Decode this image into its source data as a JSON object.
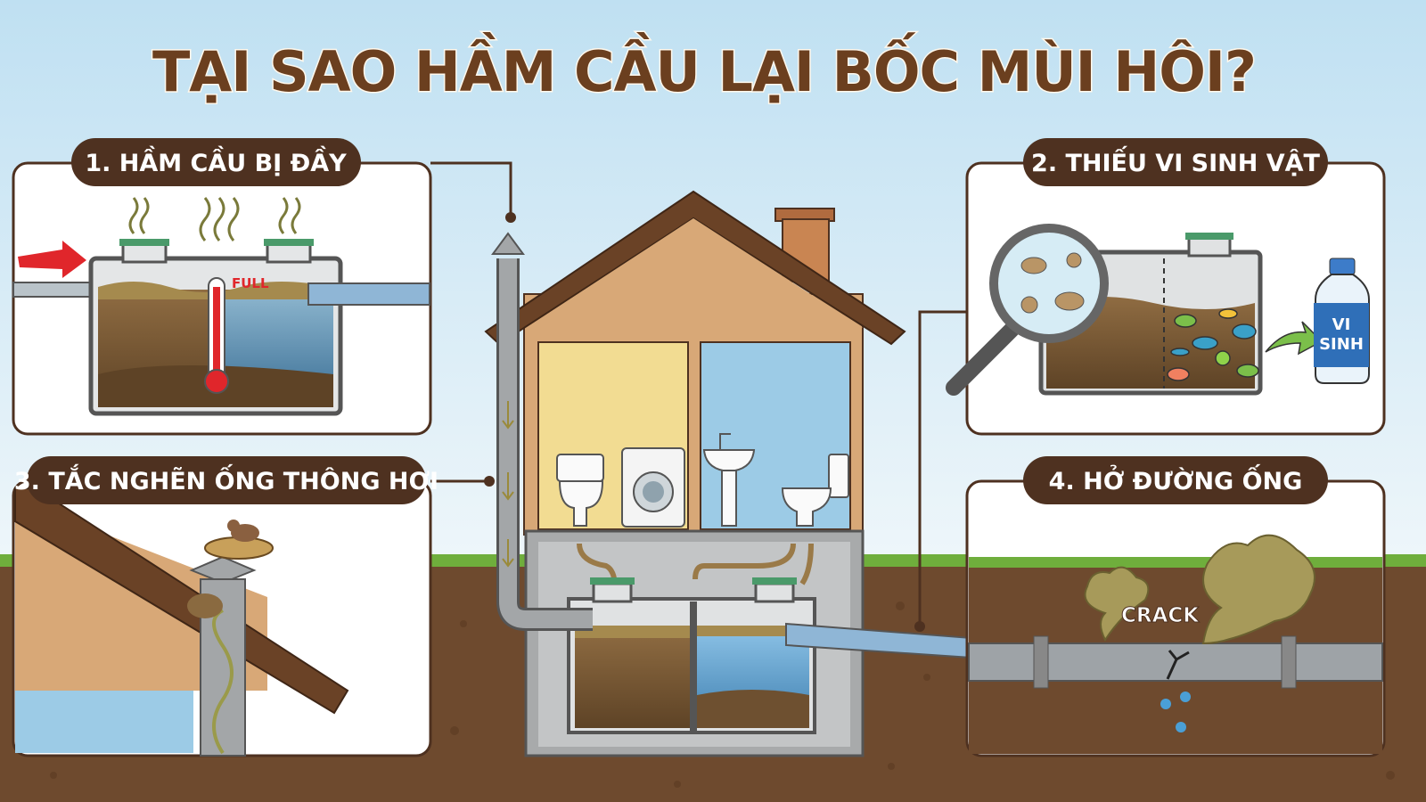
{
  "title": "TẠI SAO HẦM CẦU LẠI BỐC MÙI HÔI?",
  "panels": [
    {
      "label": "1. HẦM CẦU BỊ ĐẦY",
      "tag": "FULL"
    },
    {
      "label": "2. THIẾU VI SINH VẬT",
      "tag_line1": "VI",
      "tag_line2": "SINH"
    },
    {
      "label": "3. TẮC NGHẼN ỐNG THÔNG HƠI"
    },
    {
      "label": "4. HỞ ĐƯỜNG ỐNG",
      "tag": "CRACK"
    }
  ],
  "colors": {
    "brown_dark": "#4e3120",
    "sky": "#cfe7f4",
    "soil": "#6e4a2e",
    "grass": "#6fae3c",
    "tank_gray": "#8e9296",
    "sludge": "#7a5a36",
    "water": "#5d9fcf",
    "warning_red": "#e0262b"
  }
}
